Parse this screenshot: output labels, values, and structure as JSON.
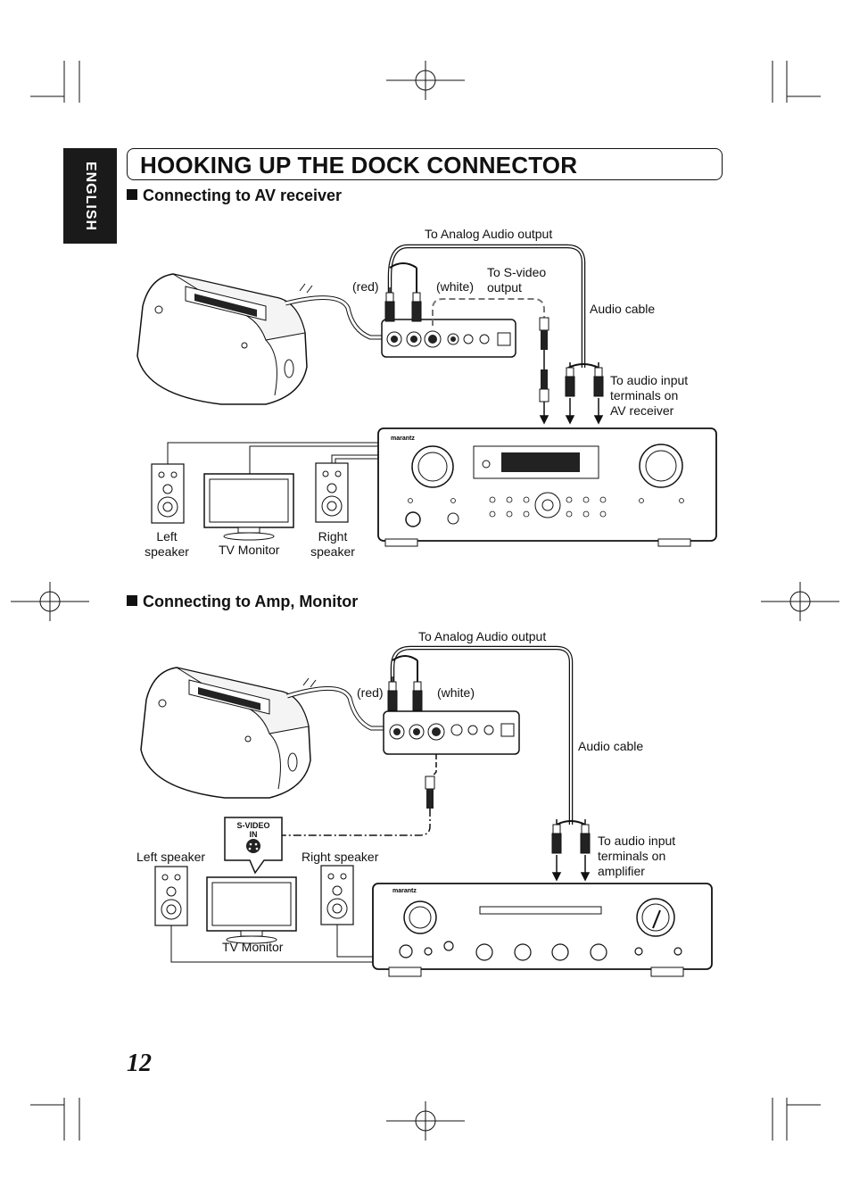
{
  "language_tab": "ENGLISH",
  "title": "HOOKING UP THE DOCK CONNECTOR",
  "page_number": "12",
  "section1": {
    "heading": "Connecting to AV receiver",
    "labels": {
      "analog_out": "To Analog Audio output",
      "red": "(red)",
      "white": "(white)",
      "svideo_out_line1": "To S-video",
      "svideo_out_line2": "output",
      "audio_cable": "Audio cable",
      "input_line1": "To audio input",
      "input_line2": "terminals on",
      "input_line3": "AV receiver",
      "left_speaker_line1": "Left",
      "left_speaker_line2": "speaker",
      "tv_monitor": "TV Monitor",
      "right_speaker_line1": "Right",
      "right_speaker_line2": "speaker"
    }
  },
  "section2": {
    "heading": "Connecting to Amp, Monitor",
    "labels": {
      "analog_out": "To Analog Audio output",
      "red": "(red)",
      "white": "(white)",
      "audio_cable": "Audio cable",
      "input_line1": "To audio input",
      "input_line2": "terminals on",
      "input_line3": "amplifier",
      "left_speaker": "Left speaker",
      "right_speaker": "Right speaker",
      "tv_monitor": "TV Monitor",
      "svideo_in_line1": "S-VIDEO",
      "svideo_in_line2": "IN"
    }
  }
}
